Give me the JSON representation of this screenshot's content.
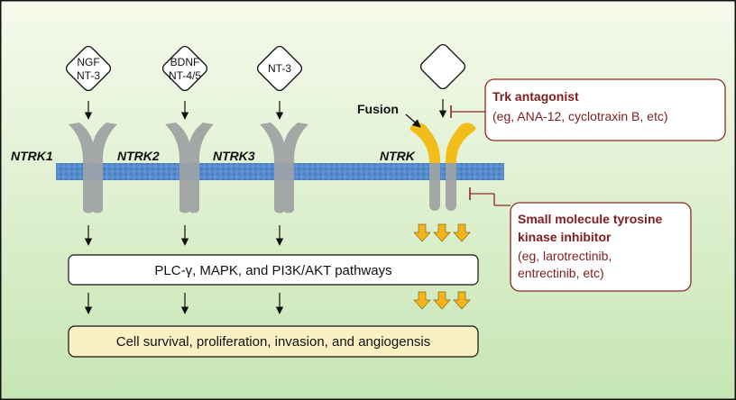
{
  "ligands": [
    {
      "line1": "NGF",
      "line2": "NT-3"
    },
    {
      "line1": "BDNF",
      "line2": "NT-4/5"
    },
    {
      "line1": "NT-3",
      "line2": ""
    },
    {
      "line1": "",
      "line2": ""
    }
  ],
  "receptors": [
    "NTRK1",
    "NTRK2",
    "NTRK3",
    "NTRK"
  ],
  "fusion_label": "Fusion",
  "trk_antagonist": {
    "title": "Trk antagonist",
    "detail": "(eg, ANA-12, cyclotraxin B, etc)"
  },
  "tki": {
    "line1": "Small molecule tyrosine",
    "line2": "kinase inhibitor",
    "line3": "(eg, larotrectinib,",
    "line4": "entrectinib, etc)"
  },
  "pathways_label": "PLC-γ, MAPK, and PI3K/AKT pathways",
  "outcome_label": "Cell survival, proliferation, invasion, and angiogensis",
  "colors": {
    "background_top": "#f6faec",
    "background_bottom": "#c9e9b8",
    "membrane": "#3e77c4",
    "receptor": "#a3a7a6",
    "fusion": "#f2bd19",
    "callout_text": "#7d1d1d",
    "callout_border": "#8a2a24",
    "outcome_fill": "#fbf0c3",
    "down_arrow": "#f4b41a"
  }
}
